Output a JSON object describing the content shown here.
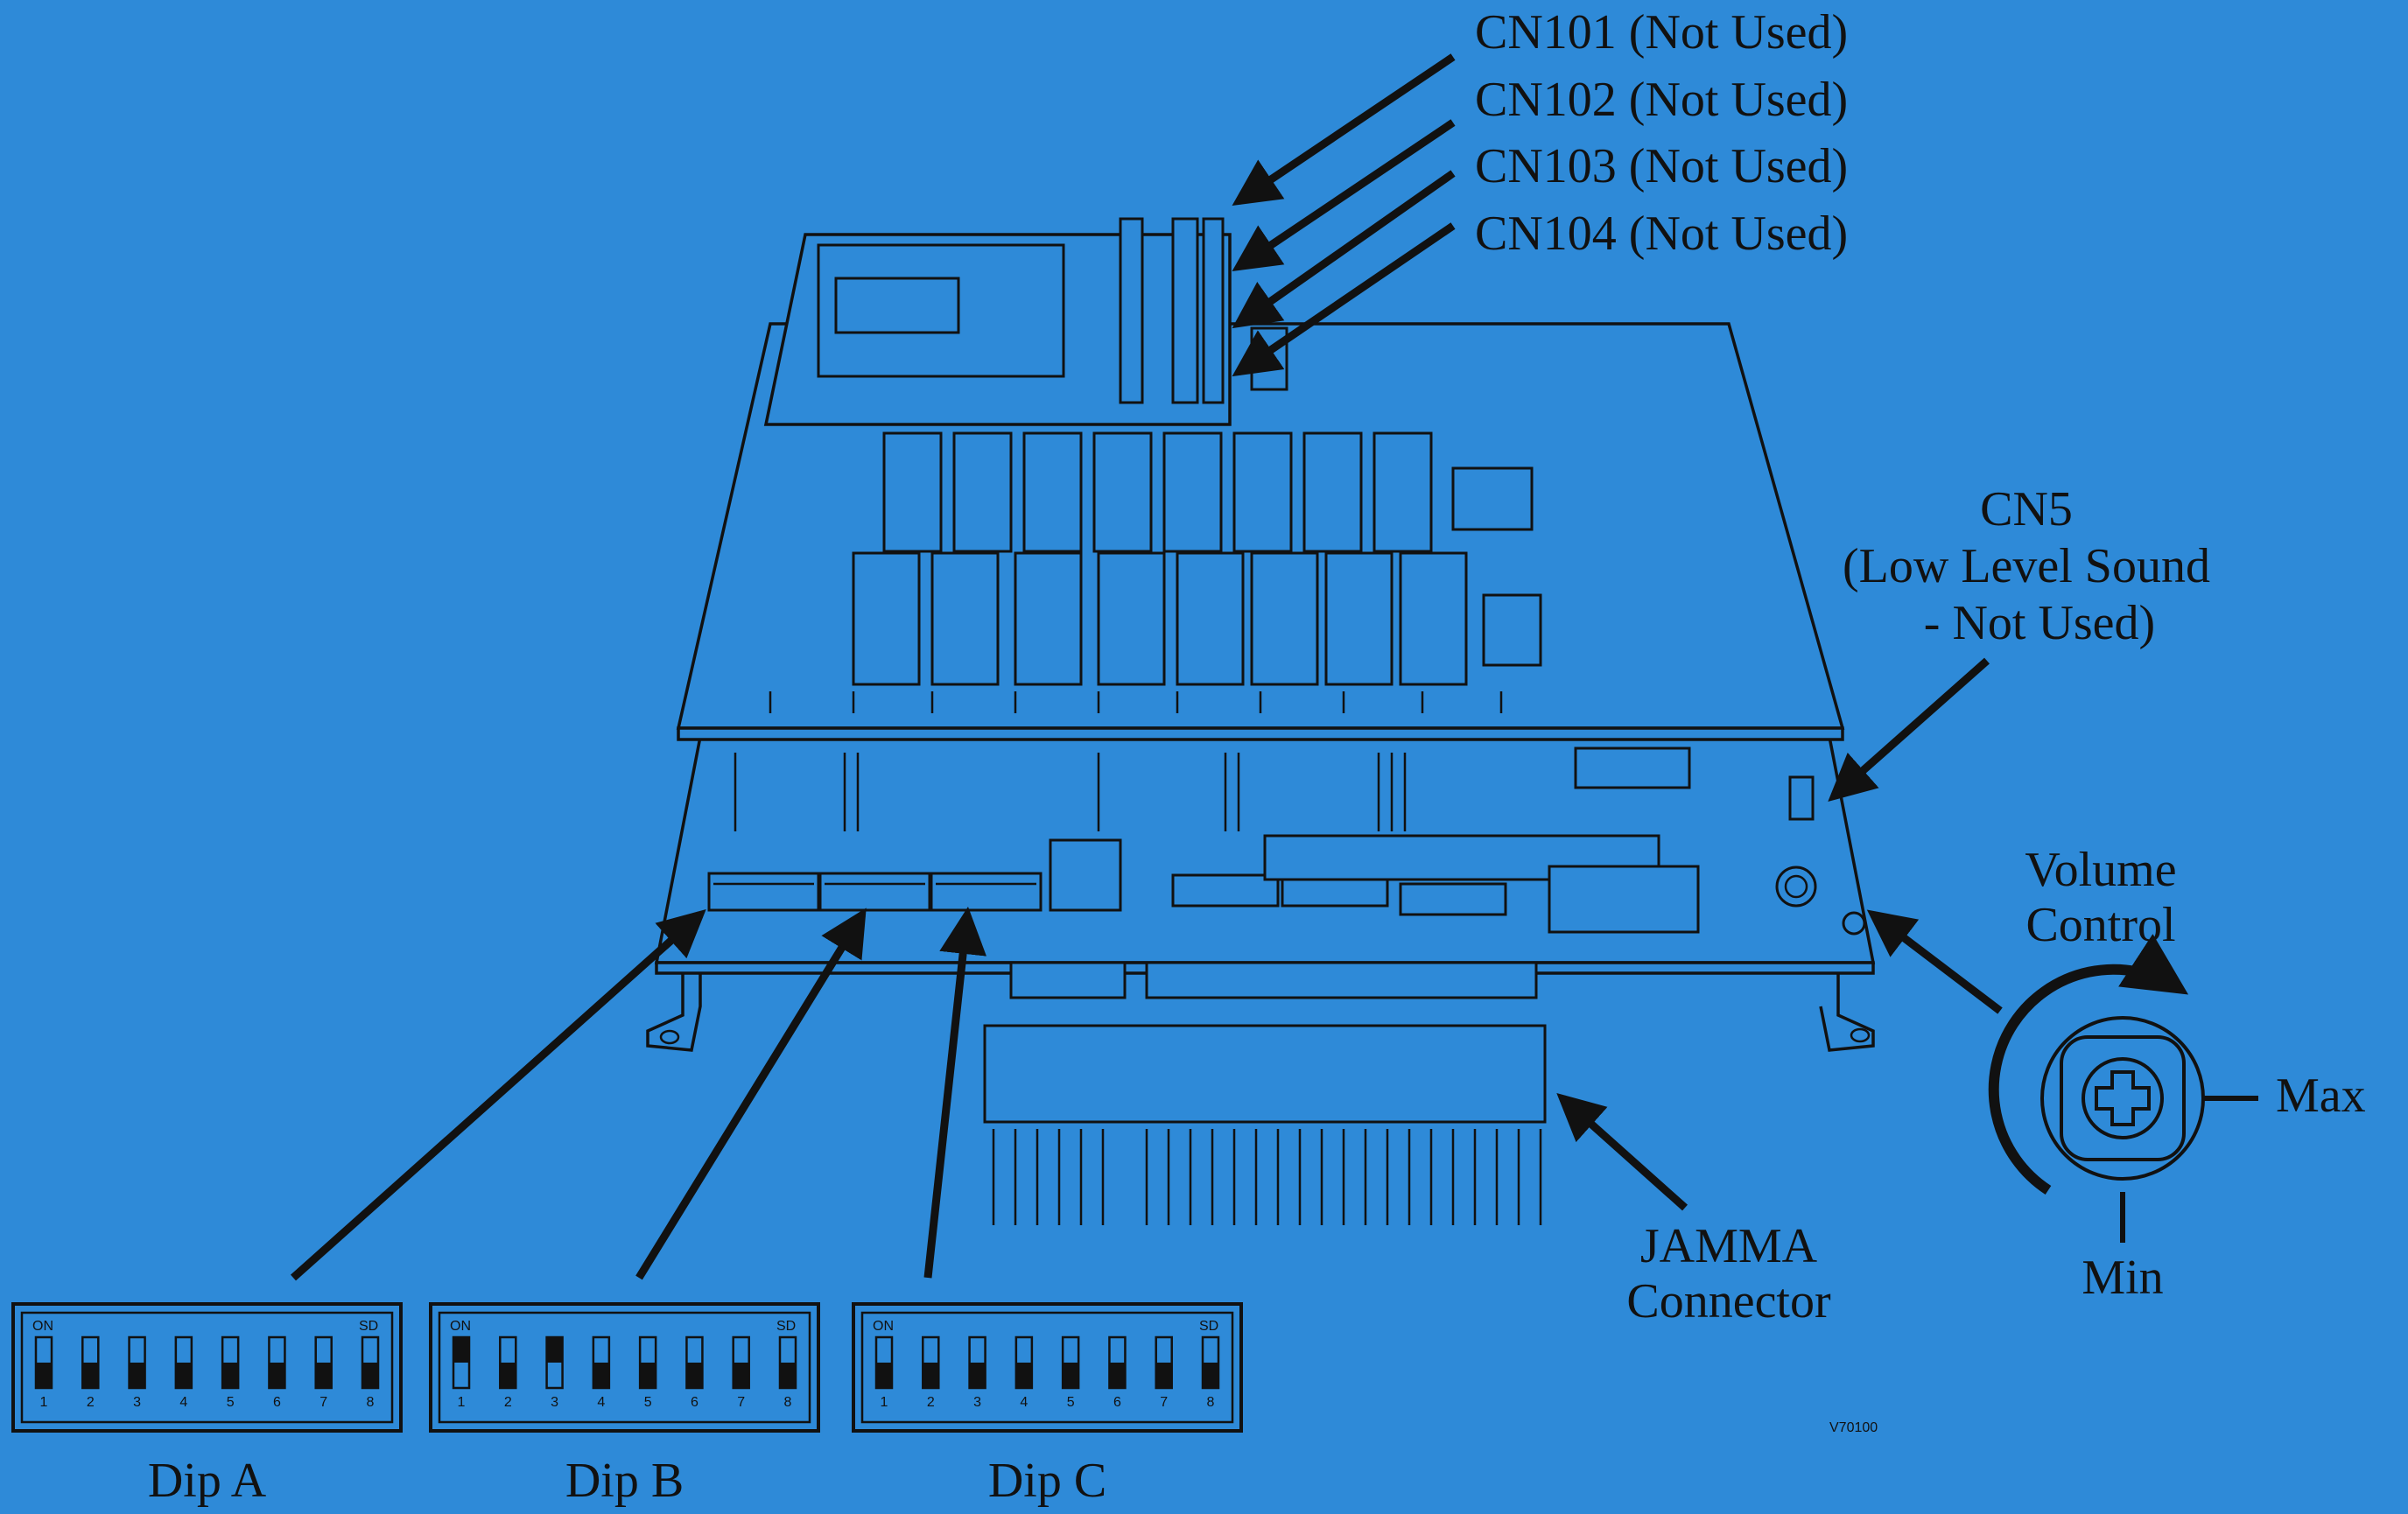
{
  "colors": {
    "background": "#2e8ad8",
    "ink": "#111111"
  },
  "callouts": {
    "cn101": "CN101 (Not Used)",
    "cn102": "CN102 (Not Used)",
    "cn103": "CN103 (Not Used)",
    "cn104": "CN104 (Not Used)",
    "cn5_title": "CN5",
    "cn5_line1": "(Low Level Sound",
    "cn5_line2": "- Not Used)",
    "volume_line1": "Volume",
    "volume_line2": "Control",
    "max": "Max",
    "min": "Min",
    "jamma_line1": "JAMMA",
    "jamma_line2": "Connector",
    "figure_code": "V70100"
  },
  "dip_switches": [
    {
      "name": "Dip A",
      "on_label": "ON",
      "sd_label": "SD",
      "numbers": [
        "1",
        "2",
        "3",
        "4",
        "5",
        "6",
        "7",
        "8"
      ],
      "states": [
        "off",
        "off",
        "off",
        "off",
        "off",
        "off",
        "off",
        "off"
      ]
    },
    {
      "name": "Dip B",
      "on_label": "ON",
      "sd_label": "SD",
      "numbers": [
        "1",
        "2",
        "3",
        "4",
        "5",
        "6",
        "7",
        "8"
      ],
      "states": [
        "on",
        "off",
        "on",
        "off",
        "off",
        "off",
        "off",
        "off"
      ]
    },
    {
      "name": "Dip C",
      "on_label": "ON",
      "sd_label": "SD",
      "numbers": [
        "1",
        "2",
        "3",
        "4",
        "5",
        "6",
        "7",
        "8"
      ],
      "states": [
        "off",
        "off",
        "off",
        "off",
        "off",
        "off",
        "off",
        "off"
      ]
    }
  ]
}
